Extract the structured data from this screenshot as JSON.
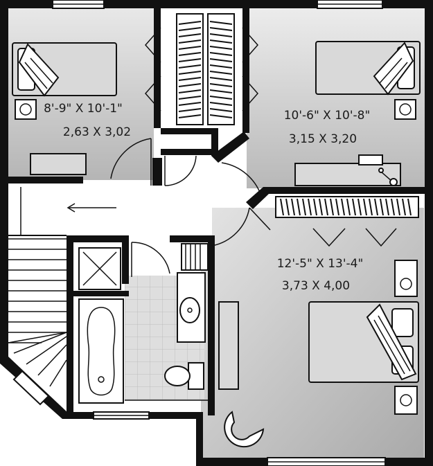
{
  "plan": {
    "colors": {
      "wall": "#111111",
      "room_fill_light": "#ffffff",
      "room_fill_dark": "#b8b8b8",
      "tile": "#d0d0d0"
    },
    "rooms": [
      {
        "id": "bedroom-left",
        "dim_imperial": "8'-9\" X 10'-1\"",
        "dim_metric": "2,63 X 3,02"
      },
      {
        "id": "bedroom-right",
        "dim_imperial": "10'-6\" X 10'-8\"",
        "dim_metric": "3,15 X 3,20"
      },
      {
        "id": "bedroom-master",
        "dim_imperial": "12'-5\" X 13'-4\"",
        "dim_metric": "3,73 X 4,00"
      }
    ],
    "fixtures": {
      "stair_direction_icon": "arrow-left-icon",
      "shower_icon": "shower-x-icon",
      "bathtub_icon": "bathtub-icon",
      "sink_icon": "sink-icon",
      "toilet_icon": "toilet-icon"
    }
  }
}
